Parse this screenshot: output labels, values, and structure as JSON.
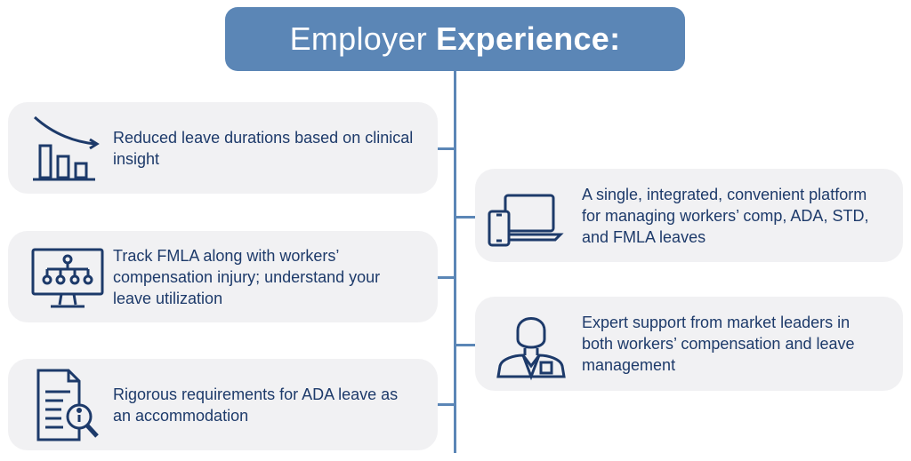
{
  "title": {
    "regular": "Employer",
    "bold": "Experience:"
  },
  "colors": {
    "accent": "#5b86b6",
    "text": "#1d3a6a",
    "card": "#f1f1f3",
    "icon": "#1d3a6a"
  },
  "left_items": [
    {
      "icon": "declining-bar-chart-icon",
      "text": "Reduced leave durations based on clinical insight"
    },
    {
      "icon": "monitor-network-icon",
      "text": "Track FMLA along with workers’ compensation injury; understand your leave utilization"
    },
    {
      "icon": "document-magnifier-icon",
      "text": "Rigorous requirements for ADA leave as an accommodation"
    }
  ],
  "right_items": [
    {
      "icon": "devices-icon",
      "text": "A single, integrated, convenient platform for managing workers’ comp, ADA, STD, and FMLA leaves"
    },
    {
      "icon": "expert-person-icon",
      "text": "Expert support from market leaders in both workers’ compensation and leave management"
    }
  ]
}
